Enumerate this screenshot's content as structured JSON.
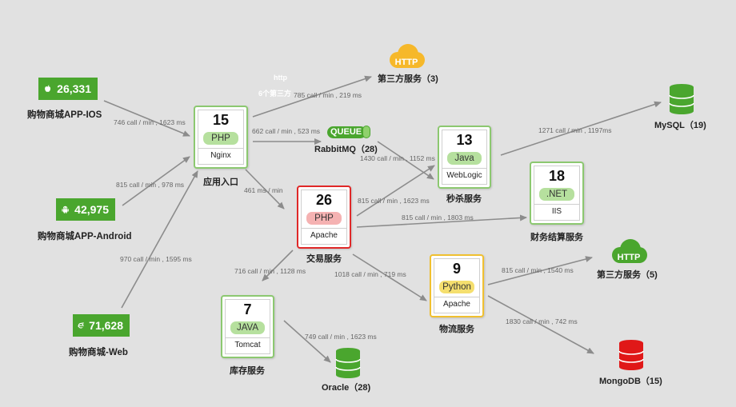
{
  "clients": [
    {
      "id": "ios",
      "value": "26,331",
      "label": "购物商城APP-IOS",
      "icon": "apple-icon"
    },
    {
      "id": "android",
      "value": "42,975",
      "label": "购物商城APP-Android",
      "icon": "android-icon"
    },
    {
      "id": "web",
      "value": "71,628",
      "label": "购物商城-Web",
      "icon": "ie-icon"
    }
  ],
  "services": [
    {
      "id": "entry",
      "num": "15",
      "lang": "PHP",
      "server": "Nginx",
      "label": "应用入口",
      "style": "green"
    },
    {
      "id": "trade",
      "num": "26",
      "lang": "PHP",
      "server": "Apache",
      "label": "交易服务",
      "style": "red"
    },
    {
      "id": "seckill",
      "num": "13",
      "lang": "Java",
      "server": "WebLogic",
      "label": "秒杀服务",
      "style": "green"
    },
    {
      "id": "finance",
      "num": "18",
      "lang": ".NET",
      "server": "IIS",
      "label": "财务结算服务",
      "style": "green"
    },
    {
      "id": "logistics",
      "num": "9",
      "lang": "Python",
      "server": "Apache",
      "label": "物流服务",
      "style": "yellow"
    },
    {
      "id": "stock",
      "num": "7",
      "lang": "JAVA",
      "server": "Tomcat",
      "label": "库存服务",
      "style": "green"
    }
  ],
  "externals": [
    {
      "id": "http1",
      "kind": "cloud",
      "badge": "HTTP",
      "label": "第三方服务（3)",
      "color": "#f6b82a"
    },
    {
      "id": "rabbit",
      "kind": "queue",
      "badge": "QUEUE",
      "label": "RabbitMQ（28)",
      "color": "#4aa62e"
    },
    {
      "id": "mysql",
      "kind": "db",
      "label": "MySQL（19)",
      "color": "#4aa62e"
    },
    {
      "id": "http2",
      "kind": "cloud",
      "badge": "HTTP",
      "label": "第三方服务（5)",
      "color": "#4aa62e"
    },
    {
      "id": "mongo",
      "kind": "db",
      "label": "MongoDB（15)",
      "color": "#e01818"
    },
    {
      "id": "oracle",
      "kind": "db",
      "label": "Oracle（28)",
      "color": "#4aa62e"
    }
  ],
  "http_annotation": [
    "http",
    "6个第三方"
  ],
  "edges": [
    {
      "label": "746 call / min , 1623 ms"
    },
    {
      "label": "815 call / min , 978 ms"
    },
    {
      "label": "970 call / min , 1595 ms"
    },
    {
      "label": "785 call / min , 219 ms"
    },
    {
      "label": "662 call / min , 523 ms"
    },
    {
      "label": "461 ms / min"
    },
    {
      "label": "1430 call / min , 1152 ms"
    },
    {
      "label": "1271 call / min , 1197ms"
    },
    {
      "label": "815 call / min , 1623 ms"
    },
    {
      "label": "815 call / min , 1803 ms"
    },
    {
      "label": "716 call / min , 1128 ms"
    },
    {
      "label": "1018 call / min , 719 ms"
    },
    {
      "label": "815 call / min , 1540 ms"
    },
    {
      "label": "1830 call / min , 742 ms"
    },
    {
      "label": "749 call / min , 1623 ms"
    }
  ]
}
